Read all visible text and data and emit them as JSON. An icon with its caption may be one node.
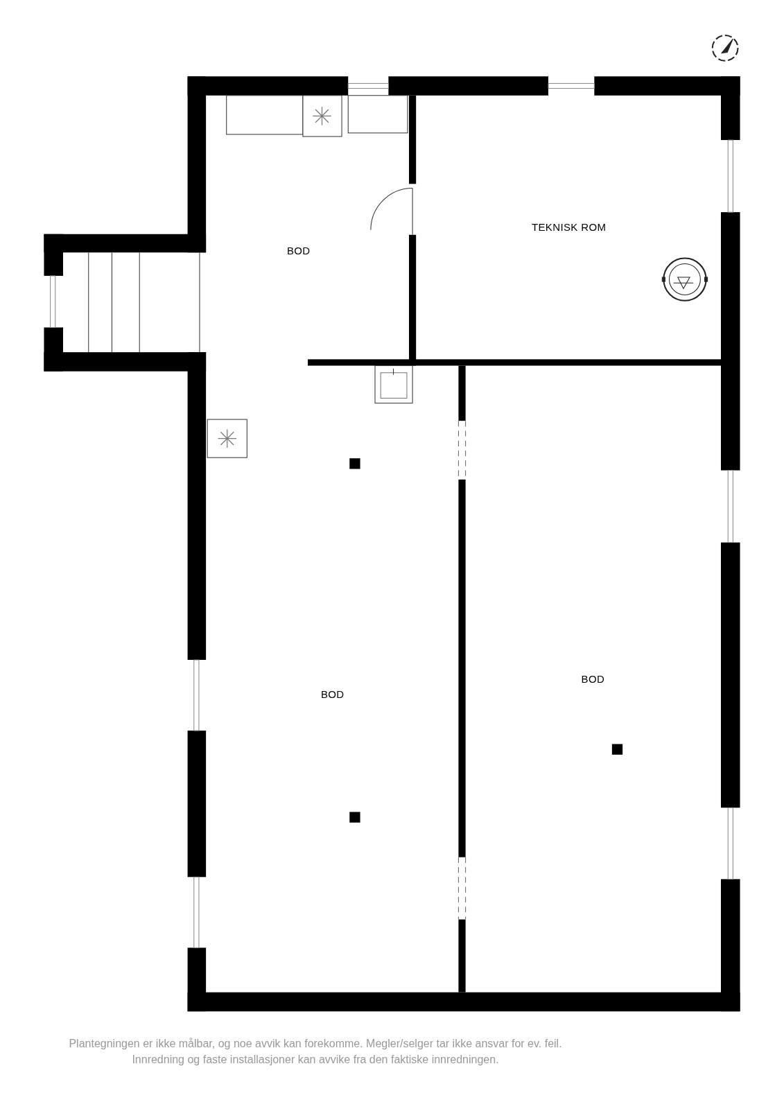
{
  "diagram": {
    "caption": "Plantegningen er ikke målbar, og noe avvik kan forekomme. Megler/selger tar ikke ansvar for ev. feil. Innredning og faste installasjoner kan avvike fra den faktiske innredningen.",
    "nodes": [
      {
        "text": [
          "BOD"
        ]
      },
      {
        "text": [
          "TEKNISK ROM"
        ]
      },
      {
        "text": [
          "BOD"
        ]
      },
      {
        "text": [
          "BOD"
        ]
      }
    ]
  }
}
